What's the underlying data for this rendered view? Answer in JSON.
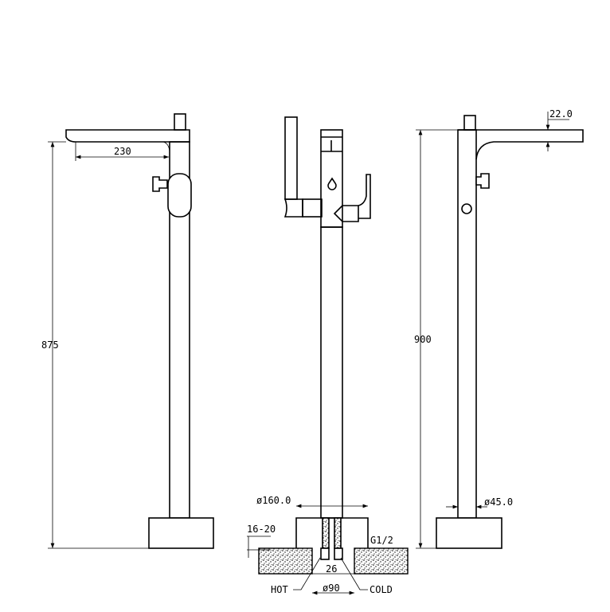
{
  "drawing": {
    "title": "Freestanding bath mixer technical drawing",
    "dimensions": {
      "spout_reach": "230",
      "height_left": "875",
      "height_right": "900",
      "spout_thickness": "22.0",
      "column_diameter": "ø45.0",
      "base_diameter": "ø160.0",
      "floor_depth": "16-20",
      "thread": "G1/2",
      "inlet_spacing": "26",
      "inlet_diameter": "ø90"
    },
    "labels": {
      "hot": "HOT",
      "cold": "COLD"
    }
  }
}
